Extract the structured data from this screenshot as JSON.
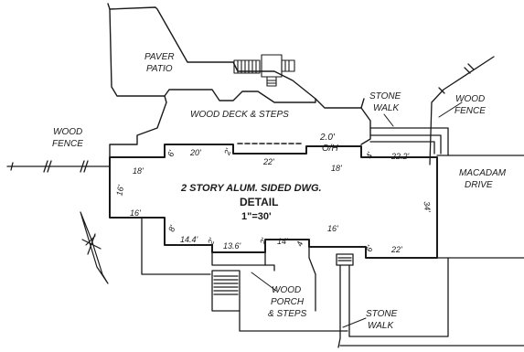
{
  "labels": {
    "paver_patio": [
      "PAVER",
      "PATIO"
    ],
    "wood_deck": "WOOD DECK & STEPS",
    "stone_walk_top": [
      "STONE",
      "WALK"
    ],
    "wood_fence_right": [
      "WOOD",
      "FENCE"
    ],
    "wood_fence_left": [
      "WOOD",
      "FENCE"
    ],
    "macadam_drive": [
      "MACADAM",
      "DRIVE"
    ],
    "oh": [
      "2.0'",
      "O/H"
    ],
    "house": "2 STORY ALUM. SIDED DWG.",
    "detail": "DETAIL",
    "scale": "1\"=30'",
    "wood_porch": [
      "WOOD",
      "PORCH",
      "& STEPS"
    ],
    "stone_walk_bottom": [
      "STONE",
      "WALK"
    ]
  },
  "dimensions": {
    "d20": "20'",
    "d6a": "6'",
    "d22top": "22'",
    "d18left": "18'",
    "d18top": "18'",
    "d4a": "4'",
    "d22_2": "22.2'",
    "d16left": "16'",
    "d16side": "16'",
    "d34": "34'",
    "d8": "8'",
    "d14_4": "14.4'",
    "d2a": "2'",
    "d13_6": "13.6'",
    "d2b": "2'",
    "d14": "14'",
    "d4b": "4'",
    "d16bottom": "16'",
    "d6b": "6'",
    "d22bottom": "22'",
    "d2top": "2'"
  }
}
